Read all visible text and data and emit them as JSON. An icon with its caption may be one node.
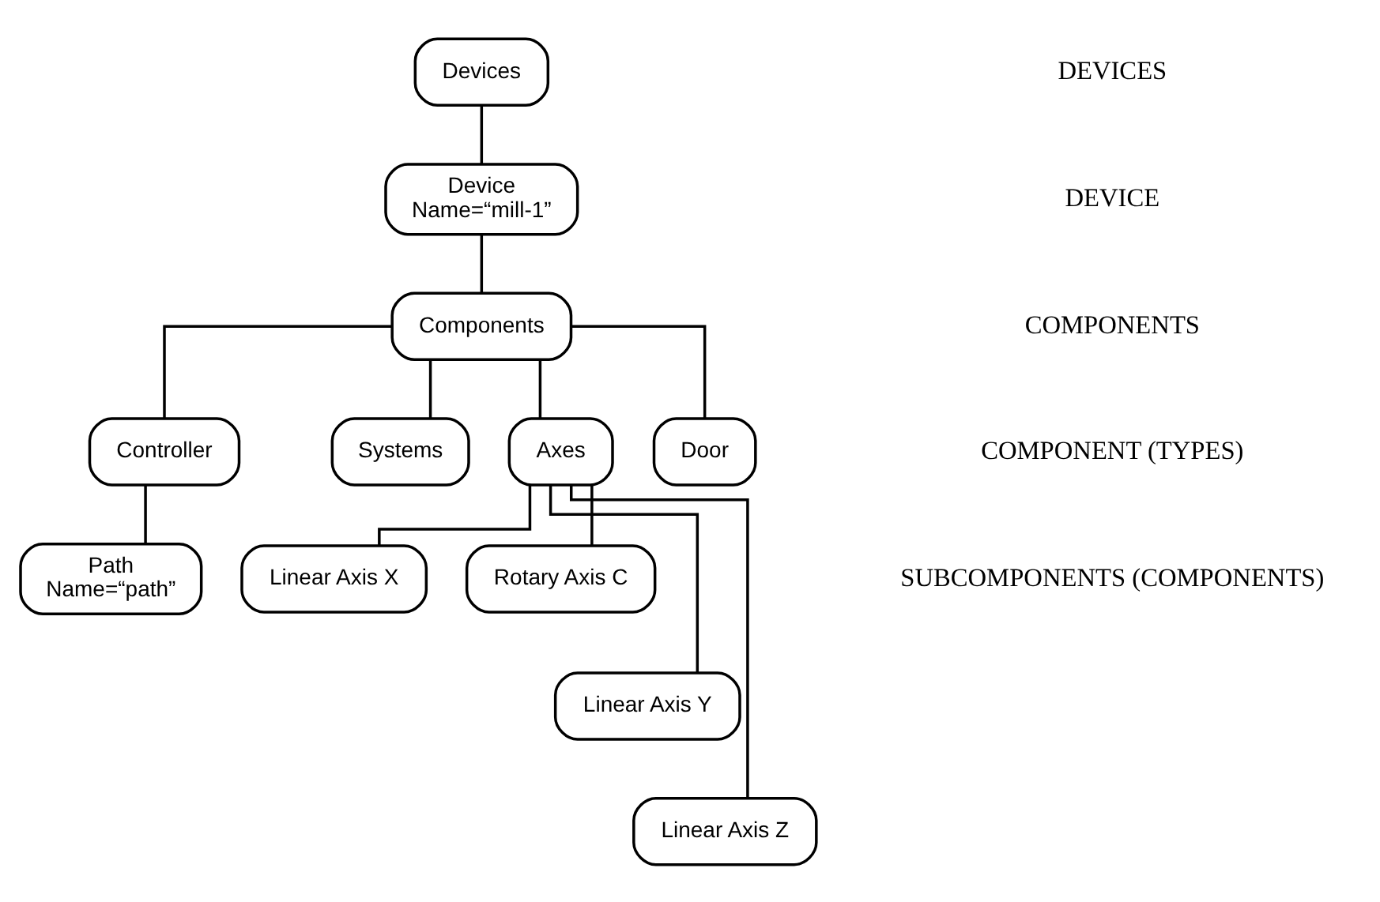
{
  "diagram": {
    "nodes": [
      {
        "text": [
          "Devices"
        ]
      },
      {
        "text": [
          "Device",
          "Name=“mill-1”"
        ]
      },
      {
        "text": [
          "Components"
        ]
      },
      {
        "text": [
          "Controller"
        ]
      },
      {
        "text": [
          "Systems"
        ]
      },
      {
        "text": [
          "Axes"
        ]
      },
      {
        "text": [
          "Door"
        ]
      },
      {
        "text": [
          "Path",
          "Name=“path”"
        ]
      },
      {
        "text": [
          "Linear Axis X"
        ]
      },
      {
        "text": [
          "Rotary Axis C"
        ]
      },
      {
        "text": [
          "Linear Axis Y"
        ]
      },
      {
        "text": [
          "Linear Axis Z"
        ]
      }
    ],
    "edges": [
      {
        "from": 0,
        "to": 1,
        "arrow": "none"
      },
      {
        "from": 1,
        "to": 2,
        "arrow": "none"
      },
      {
        "from": 2,
        "to": 3,
        "arrow": "none"
      },
      {
        "from": 2,
        "to": 4,
        "arrow": "none"
      },
      {
        "from": 2,
        "to": 5,
        "arrow": "none"
      },
      {
        "from": 2,
        "to": 6,
        "arrow": "none"
      },
      {
        "from": 3,
        "to": 7,
        "arrow": "none"
      },
      {
        "from": 5,
        "to": 8,
        "arrow": "none"
      },
      {
        "from": 5,
        "to": 9,
        "arrow": "none"
      },
      {
        "from": 5,
        "to": 10,
        "arrow": "none"
      },
      {
        "from": 5,
        "to": 11,
        "arrow": "none"
      }
    ],
    "labels": [
      "DEVICES",
      "DEVICE",
      "COMPONENTS",
      "COMPONENT (TYPES)",
      "SUBCOMPONENTS (COMPONENTS)"
    ]
  }
}
